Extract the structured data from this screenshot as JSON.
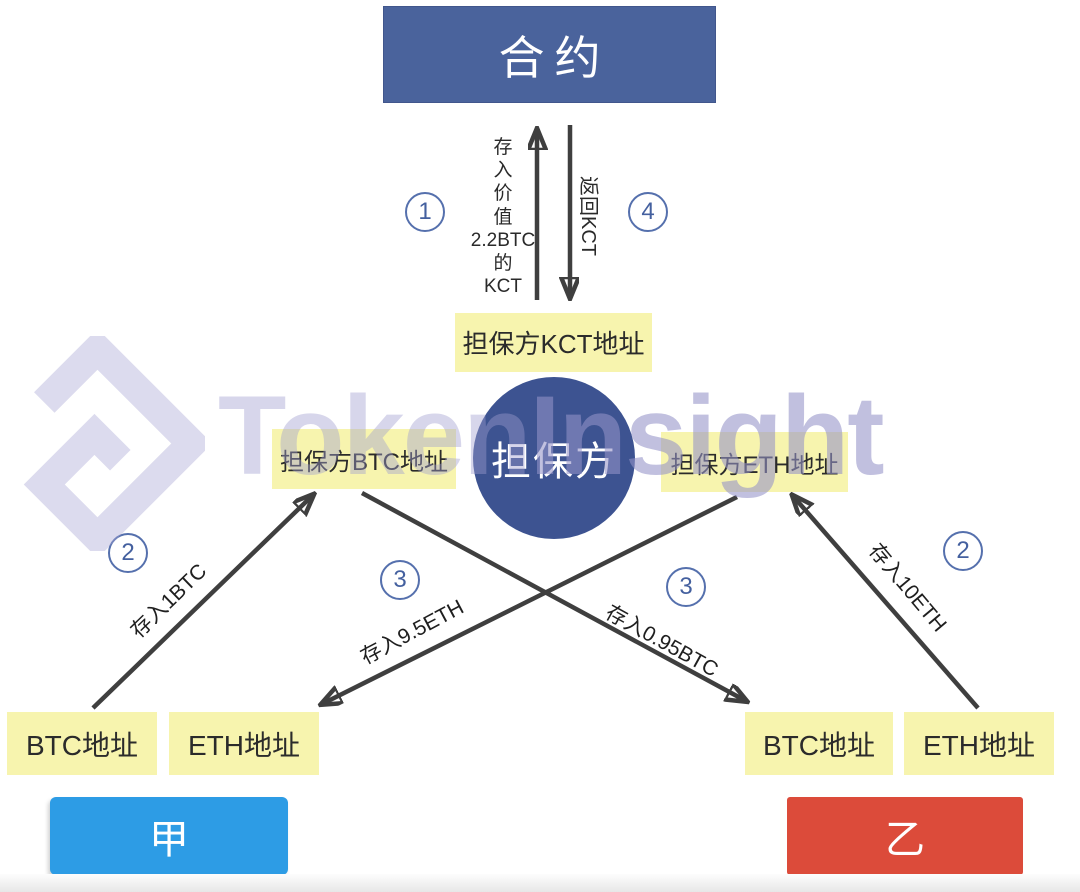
{
  "contract": {
    "label": "合约"
  },
  "flow_vertical": {
    "deposit_label": "存\n入\n价\n值\n2.2BTC\n的\nKCT",
    "return_label": "返回KCT",
    "step1": "1",
    "step4": "4"
  },
  "kct_address": {
    "label": "担保方KCT地址"
  },
  "guarantor": {
    "label": "担保方",
    "btc_address": "担保方BTC地址",
    "eth_address": "担保方ETH地址"
  },
  "party_a": {
    "label": "甲",
    "btc_address": "BTC地址",
    "eth_address": "ETH地址"
  },
  "party_b": {
    "label": "乙",
    "btc_address": "BTC地址",
    "eth_address": "ETH地址"
  },
  "arrows": {
    "deposit_1btc": {
      "label": "存入1BTC",
      "step": "2"
    },
    "deposit_9_5eth": {
      "label": "存入9.5ETH",
      "step": "3"
    },
    "deposit_0_95btc": {
      "label": "存入0.95BTC",
      "step": "3"
    },
    "deposit_10eth": {
      "label": "存入10ETH",
      "step": "2"
    }
  },
  "watermark": {
    "brand_token": "Token",
    "brand_insight": "Insight"
  },
  "colors": {
    "contract_bg": "#4a639c",
    "guarantor_bg": "#3d5391",
    "address_bg": "#f7f4ae",
    "party_a_bg": "#2d9ce5",
    "party_b_bg": "#dc4b3a",
    "arrow_color": "#3f3f3f",
    "step_border": "#5570ad",
    "step_text": "#44609f"
  }
}
